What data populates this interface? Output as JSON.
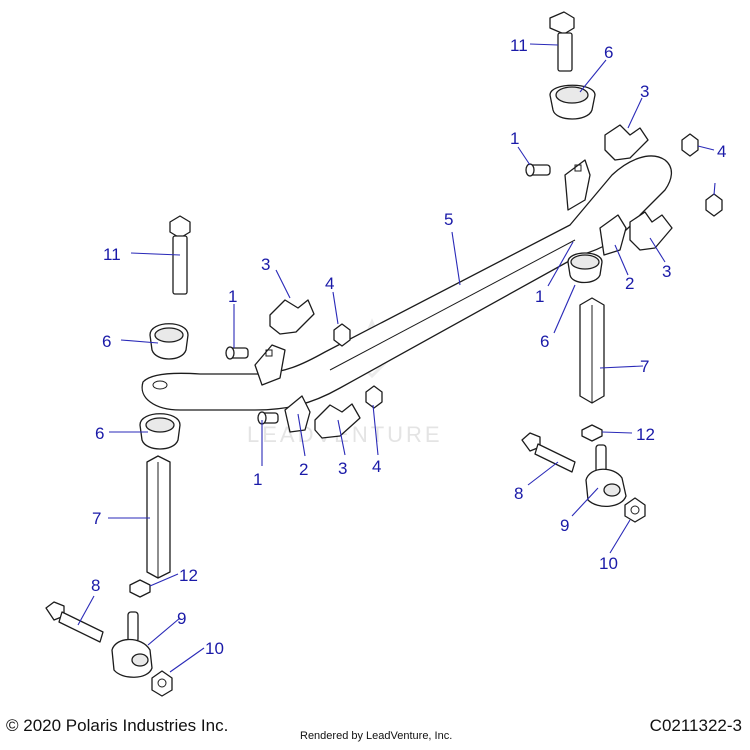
{
  "watermark": "LEADVENTURE",
  "callouts": [
    "1",
    "1",
    "1",
    "1",
    "2",
    "2",
    "3",
    "3",
    "3",
    "4",
    "4",
    "4",
    "5",
    "6",
    "6",
    "6",
    "6",
    "7",
    "7",
    "8",
    "8",
    "9",
    "9",
    "10",
    "10",
    "11",
    "11",
    "12",
    "12"
  ],
  "footer": {
    "copyright": "© 2020 Polaris Industries Inc.",
    "rendered_by": "Rendered by LeadVenture, Inc.",
    "drawing_code": "C0211322-3"
  }
}
